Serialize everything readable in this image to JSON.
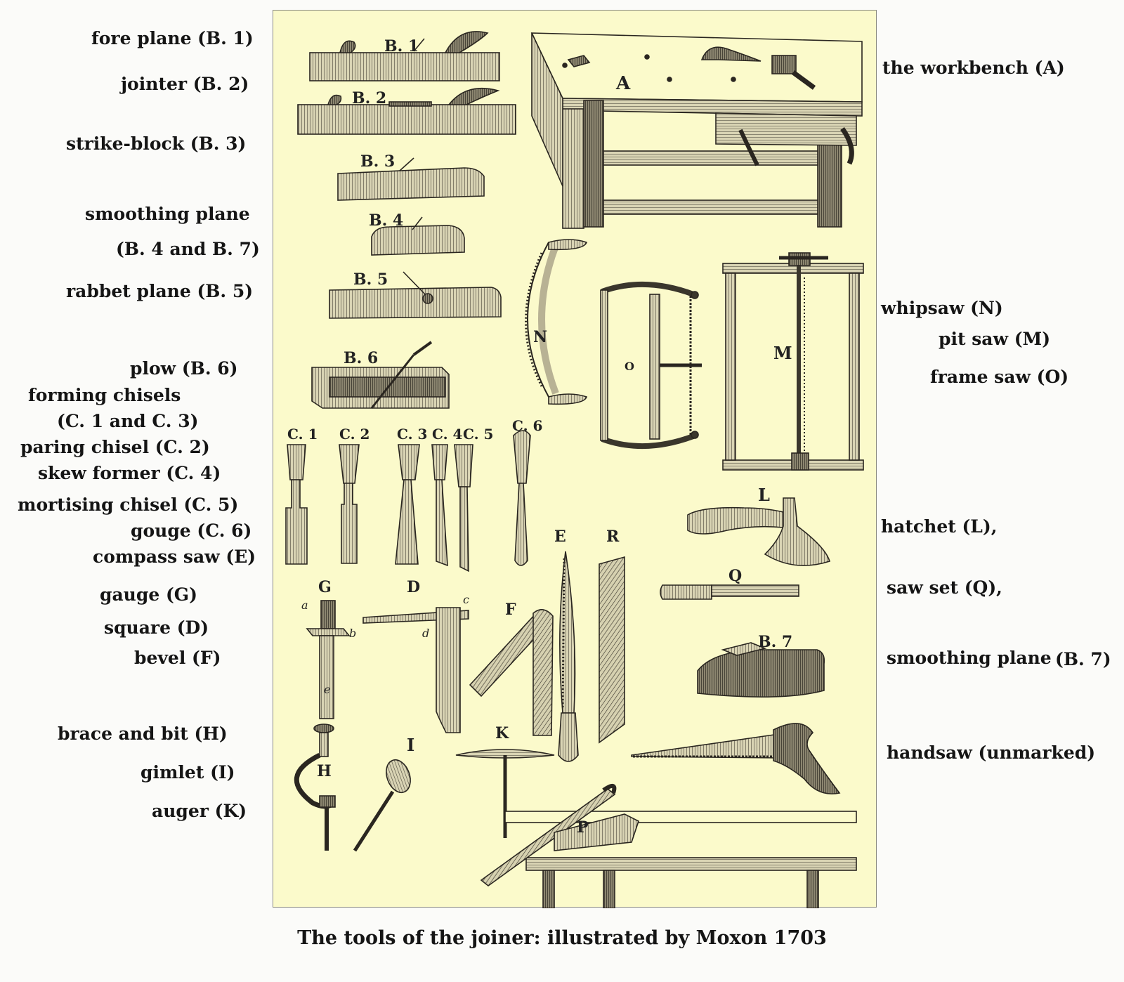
{
  "caption": "The tools of the joiner: illustrated by Moxon 1703",
  "left_labels": [
    "fore plane (B. 1)",
    "jointer (B. 2)",
    "strike-block (B. 3)",
    "smoothing plane",
    "(B. 4 and B. 7)",
    "rabbet plane (B. 5)",
    "plow (B. 6)",
    "forming chisels",
    "(C. 1 and C. 3)",
    "paring chisel (C. 2)",
    "skew former (C. 4)",
    "mortising chisel (C. 5)",
    "gouge (C. 6)",
    "compass saw (E)",
    "gauge (G)",
    "square (D)",
    "bevel (F)",
    "brace and bit (H)",
    "gimlet (I)",
    "auger (K)"
  ],
  "right_labels": [
    "the workbench (A)",
    "whipsaw (N)",
    "pit saw (M)",
    "frame saw (O)",
    "hatchet (L),",
    "saw set (Q),",
    "smoothing plane",
    "(B. 7)",
    "handsaw (unmarked)"
  ],
  "plate_marks": {
    "b1": "B. 1",
    "b2": "B. 2",
    "b3": "B. 3",
    "b4": "B. 4",
    "b5": "B. 5",
    "b6": "B. 6",
    "b7": "B. 7",
    "c1": "C. 1",
    "c2": "C. 2",
    "c3": "C. 3",
    "c4": "C. 4",
    "c5": "C. 5",
    "c6": "C. 6",
    "A": "A",
    "N": "N",
    "O": "O",
    "M": "M",
    "L": "L",
    "Q": "Q",
    "E": "E",
    "R": "R",
    "G": "G",
    "D": "D",
    "F": "F",
    "H": "H",
    "I": "I",
    "K": "K",
    "P": "P",
    "a": "a",
    "b": "b",
    "c": "c",
    "d": "d",
    "e": "e"
  }
}
